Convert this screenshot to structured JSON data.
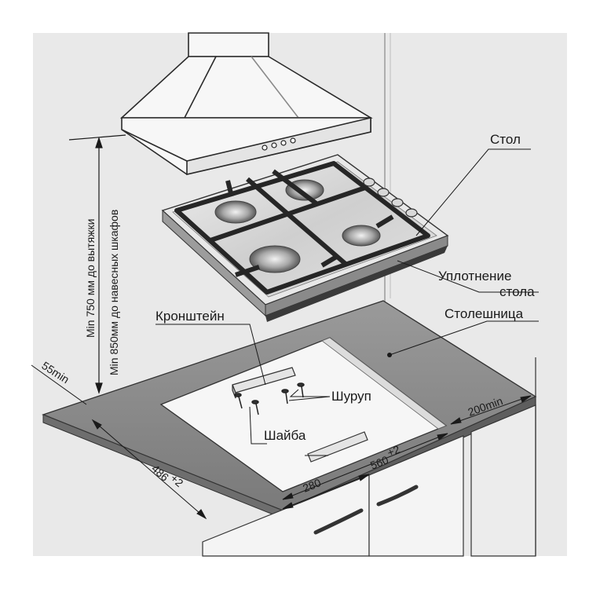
{
  "labels": {
    "table": "Стол",
    "seal_line1": "Уплотнение",
    "seal_line2": "стола",
    "countertop": "Столешница",
    "bracket": "Кронштейн",
    "screw": "Шуруп",
    "washer": "Шайба"
  },
  "dimensions": {
    "hood_min": "Min 750 мм до вытяжки",
    "cabinet_min": "Min 850мм до навесных шкафов",
    "front_gap": "55min",
    "depth": "486",
    "depth_tol": "+2",
    "width": "560",
    "width_tol": "+2",
    "half_width": "280",
    "side_gap": "200min"
  },
  "colors": {
    "background": "#e9e9e9",
    "countertop": "#8d8d8d",
    "steel": "#d6d6d6",
    "grate": "#2e2e2e",
    "cabinet": "#f4f4f4"
  }
}
